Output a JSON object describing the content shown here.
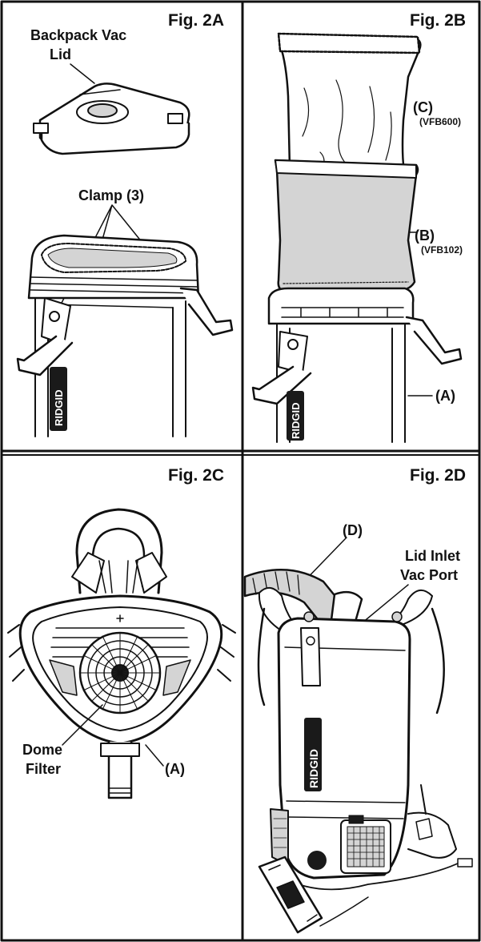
{
  "panels": {
    "a": {
      "fig_label": "Fig. 2A",
      "lid_label_line1": "Backpack Vac",
      "lid_label_line2": "Lid",
      "clamp_label": "Clamp (3)",
      "brand": "RIDGID"
    },
    "b": {
      "fig_label": "Fig. 2B",
      "c_label": "(C)",
      "c_part": "(VFB600)",
      "b_label": "(B)",
      "b_part": "(VFB102)",
      "a_label": "(A)",
      "brand": "RIDGID"
    },
    "c": {
      "fig_label": "Fig. 2C",
      "dome_line1": "Dome",
      "dome_line2": "Filter",
      "a_label": "(A)"
    },
    "d": {
      "fig_label": "Fig. 2D",
      "d_label": "(D)",
      "inlet_line1": "Lid Inlet",
      "inlet_line2": "Vac Port",
      "brand": "RIDGID"
    }
  }
}
